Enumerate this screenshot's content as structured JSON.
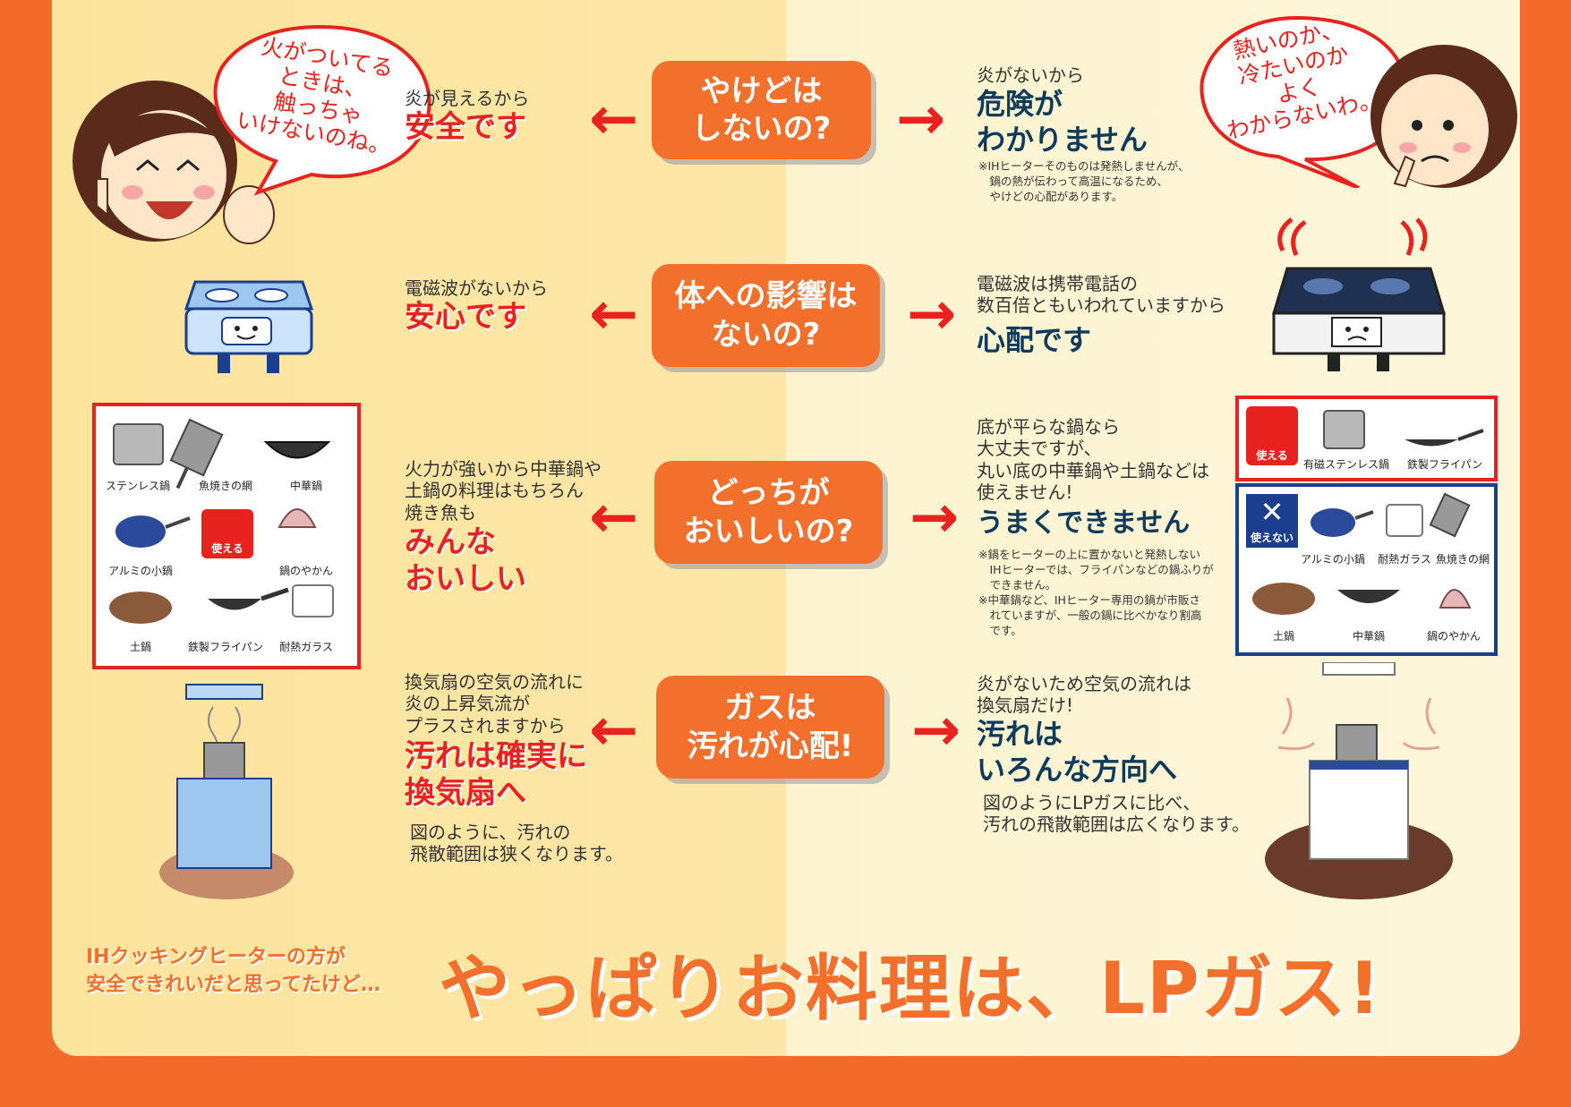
{
  "speech_left": "火がついてる\nときは、\n触っちゃ\nいけないのね。",
  "speech_right": "熱いのか、\n冷たいのか\nよく\nわからないわ。",
  "questions": [
    "やけどは\nしないの?",
    "体への影響は\nないの?",
    "どっちが\nおいしいの?",
    "ガスは\n汚れが心配!"
  ],
  "gas": {
    "burn": {
      "lead": "炎が見えるから",
      "headline": "安全です"
    },
    "health": {
      "lead": "電磁波がないから",
      "headline": "安心です"
    },
    "taste": {
      "lead": "火力が強いから中華鍋や\n土鍋の料理はもちろん\n焼き魚も",
      "headline": "みんな\nおいしい"
    },
    "dirt": {
      "lead": "換気扇の空気の流れに\n炎の上昇気流が\nプラスされますから",
      "headline": "汚れは確実に\n換気扇へ",
      "detail": "図のように、汚れの\n飛散範囲は狭くなります。"
    }
  },
  "ih": {
    "burn": {
      "lead": "炎がないから",
      "headline": "危険が\nわかりません",
      "note": "※IHヒーターそのものは発熱しませんが、\n　鍋の熱が伝わって高温になるため、\n　やけどの心配があります。"
    },
    "health": {
      "lead": "電磁波は携帯電話の\n数百倍ともいわれていますから",
      "headline": "心配です"
    },
    "taste": {
      "lead": "底が平らな鍋なら\n大丈夫ですが、\n丸い底の中華鍋や土鍋などは\n使えません!",
      "headline": "うまくできません",
      "note1": "※鍋をヒーターの上に置かないと発熱しない\n　IHヒーターでは、フライパンなどの鍋ふりが\n　できません。",
      "note2": "※中華鍋など、IHヒーター専用の鍋が市販さ\n　れていますが、一般の鍋に比べかなり割高\n　です。"
    },
    "dirt": {
      "lead": "炎がないため空気の流れは\n換気扇だけ!",
      "headline": "汚れは\nいろんな方向へ",
      "detail": "図のようにLPガスに比べ、\n汚れの飛散範囲は広くなります。"
    }
  },
  "gas_pots": {
    "items": [
      "ステンレス鍋",
      "魚焼きの網",
      "中華鍋",
      "アルミの小鍋",
      "鍋のやかん",
      "土鍋",
      "鉄製フライパン",
      "耐熱ガラス"
    ],
    "badge": "使える"
  },
  "ih_ok_pots": {
    "badge": "使える",
    "items": [
      "有磁ステンレス鍋",
      "鉄製フライパン"
    ]
  },
  "ih_ng_pots": {
    "badge": "使えない",
    "items": [
      "アルミの小鍋",
      "耐熱ガラス",
      "魚焼きの網",
      "土鍋",
      "中華鍋",
      "鍋のやかん"
    ]
  },
  "footer": {
    "lead": "IHクッキングヒーターの方が\n安全できれいだと思ってたけど…",
    "slogan": "やっぱりお料理は、LPガス!"
  },
  "arrows": {
    "left": "←",
    "right": "→"
  },
  "colors": {
    "accent": "#f36f2c",
    "red": "#e8231f",
    "navy": "#0e3a5c"
  }
}
